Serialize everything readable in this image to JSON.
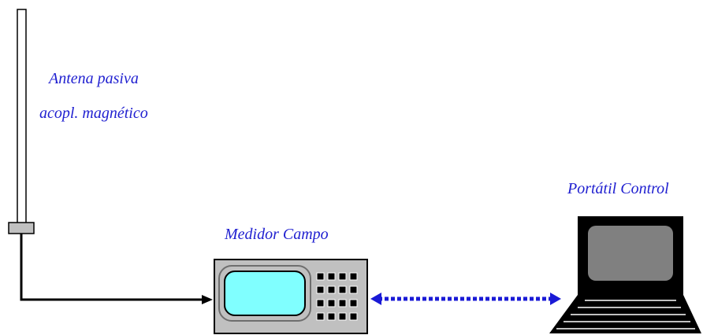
{
  "labels": {
    "antenna_line1": "Antena  pasiva",
    "antenna_line2": "acopl. magnético",
    "meter": "Medidor Campo",
    "laptop": "Portátil Control"
  },
  "colors": {
    "label_text": "#1f1fd0",
    "link_arrow": "#1a1ad6",
    "meter_body": "#c0c0c0",
    "meter_screen": "#80ffff",
    "laptop_screen": "#808080",
    "outline": "#000000"
  },
  "icons": {
    "antenna": "antenna-icon",
    "meter": "field-meter-icon",
    "laptop": "laptop-icon"
  }
}
